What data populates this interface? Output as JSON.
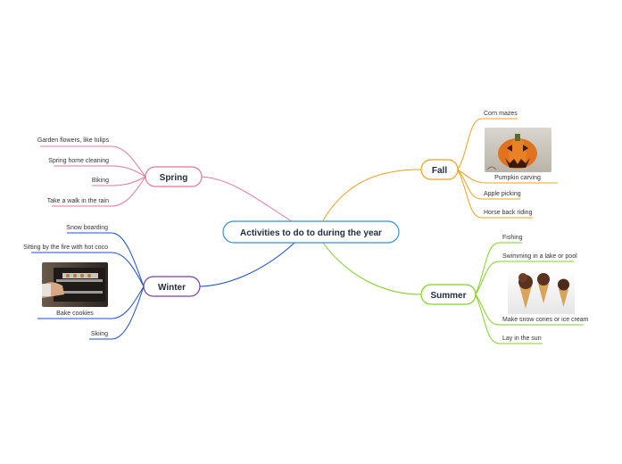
{
  "central": {
    "label": "Activities to do to during the year",
    "color": "#3a8fd6"
  },
  "branches": {
    "spring": {
      "label": "Spring",
      "color": "#e8779a",
      "items": [
        "Garden flowers, like tulips",
        "Spring home cleaning",
        "Biking",
        "Take a walk in the rain"
      ]
    },
    "winter": {
      "label": "Winter",
      "color": "#1f4fd1",
      "node_border": "#7b3fa8",
      "items": [
        "Snow boarding",
        "Sitting by the fire with hot coco",
        "Bake cookies",
        "Skiing"
      ]
    },
    "fall": {
      "label": "Fall",
      "color": "#f0a020",
      "items": [
        "Corn mazes",
        "Pumpkin carving",
        "Apple picking",
        "Horse back riding"
      ]
    },
    "summer": {
      "label": "Summer",
      "color": "#7ed321",
      "items": [
        "Fishing",
        "Swimming  in a lake or pool",
        "Make snow cones or ice cream",
        "Lay in the sun"
      ]
    }
  },
  "images": {
    "pumpkin": "jack-o-lantern-image",
    "cookies": "oven-cookies-image",
    "icecream": "ice-cream-cones-image"
  }
}
